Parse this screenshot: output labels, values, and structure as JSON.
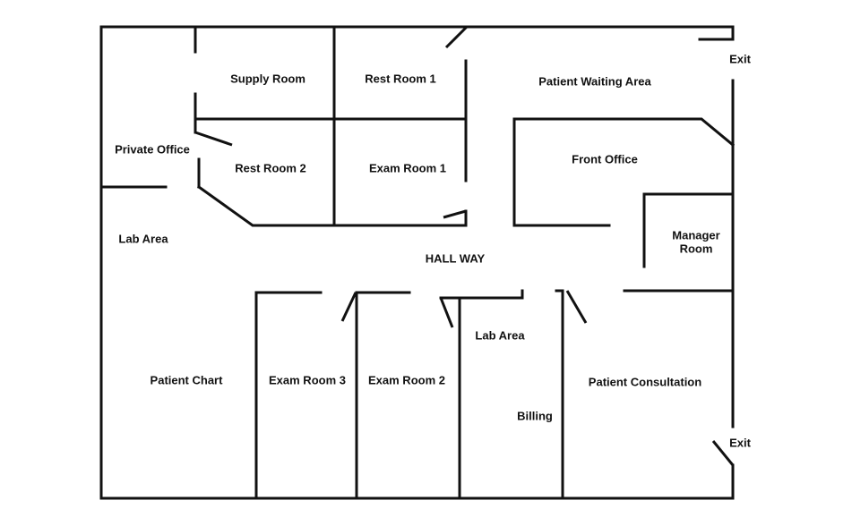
{
  "title": "Clinic Floor Plan",
  "colors": {
    "wall": "#111111",
    "background": "#ffffff",
    "text": "#111111"
  },
  "rooms": [
    {
      "id": "supply-room",
      "label": "Supply Room"
    },
    {
      "id": "rest-room-1",
      "label": "Rest Room 1"
    },
    {
      "id": "patient-waiting-area",
      "label": "Patient Waiting Area"
    },
    {
      "id": "exit-top",
      "label": "Exit"
    },
    {
      "id": "private-office",
      "label": "Private Office"
    },
    {
      "id": "rest-room-2",
      "label": "Rest Room 2"
    },
    {
      "id": "exam-room-1",
      "label": "Exam Room 1"
    },
    {
      "id": "front-office",
      "label": "Front Office"
    },
    {
      "id": "lab-area-left",
      "label": "Lab Area"
    },
    {
      "id": "hall-way",
      "label": "HALL WAY"
    },
    {
      "id": "manager-room-line1",
      "label": "Manager"
    },
    {
      "id": "manager-room-line2",
      "label": "Room"
    },
    {
      "id": "lab-area-center",
      "label": "Lab Area"
    },
    {
      "id": "patient-chart",
      "label": "Patient Chart"
    },
    {
      "id": "exam-room-3",
      "label": "Exam Room 3"
    },
    {
      "id": "exam-room-2",
      "label": "Exam Room 2"
    },
    {
      "id": "patient-consultation",
      "label": "Patient Consultation"
    },
    {
      "id": "billing",
      "label": "Billing"
    },
    {
      "id": "exit-bottom",
      "label": "Exit"
    }
  ]
}
